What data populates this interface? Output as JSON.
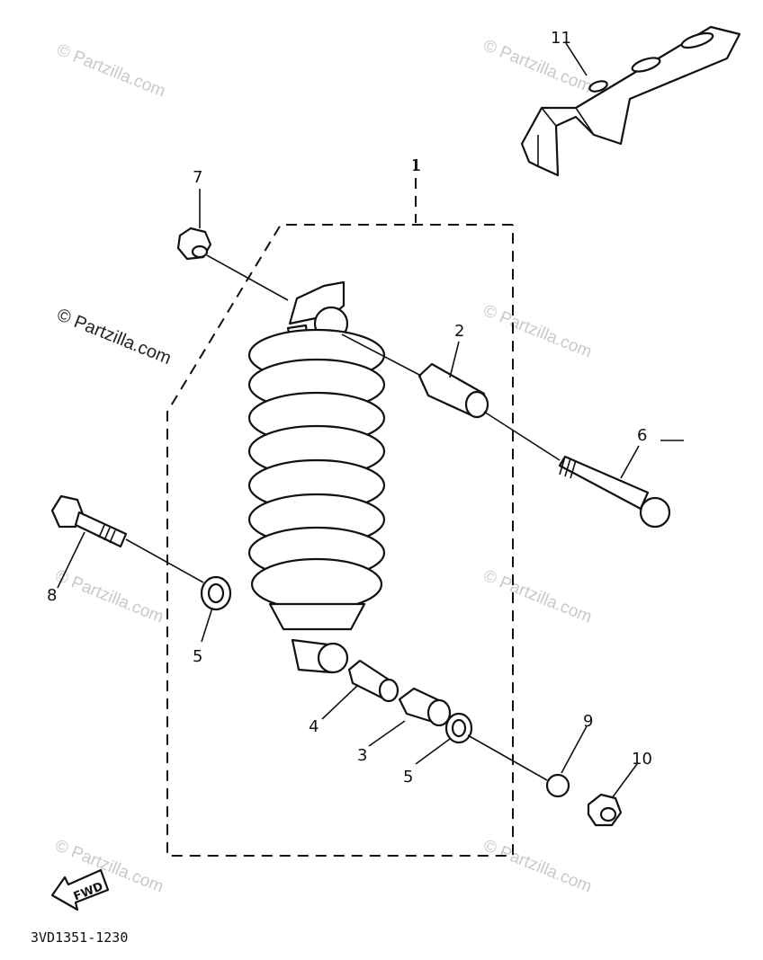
{
  "callouts": {
    "c1": "1",
    "c2": "2",
    "c3": "3",
    "c4": "4",
    "c5a": "5",
    "c5b": "5",
    "c6": "6",
    "c7": "7",
    "c8": "8",
    "c9": "9",
    "c10": "10",
    "c11": "11"
  },
  "fwd_label": "FWD",
  "diagram_code": "3VD1351-1230",
  "watermark": {
    "text": "© Partzilla.com",
    "dark_text": "© Partzilla.com"
  }
}
